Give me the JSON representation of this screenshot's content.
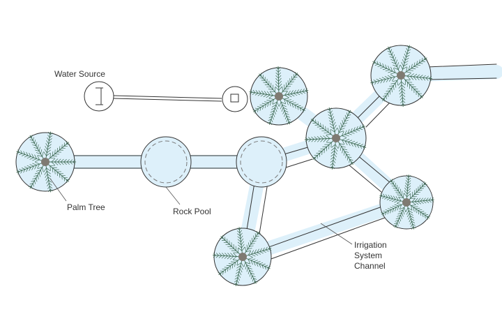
{
  "labels": {
    "water_source": "Water Source",
    "palm_tree": "Palm Tree",
    "rock_pool": "Rock Pool",
    "channel_line1": "Irrigation",
    "channel_line2": "System",
    "channel_line3": "Channel"
  },
  "colors": {
    "water": "#ddf0fa",
    "outline": "#333333",
    "frond": "#3f6b55",
    "trunk": "#7f7a72"
  }
}
